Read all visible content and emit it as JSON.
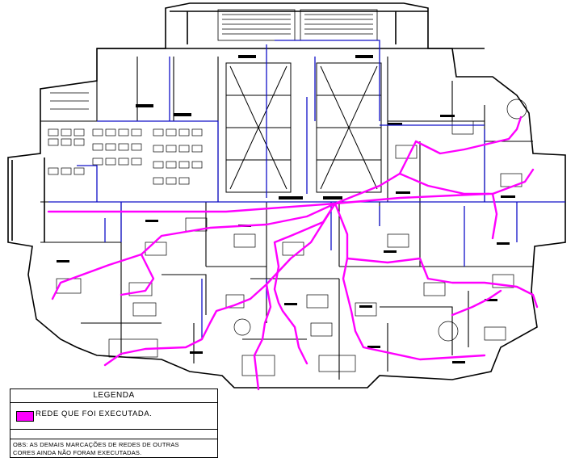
{
  "legend": {
    "title": "LEGENDA",
    "items": [
      {
        "label": "REDE QUE FOI EXECUTADA.",
        "color": "#ff00ff"
      }
    ],
    "note_line1": "OBS: AS DEMAIS MARCAÇÕES DE REDES DE OUTRAS",
    "note_line2": "CORES AINDA NÃO FORAM EXECUTADAS."
  },
  "colors": {
    "executed_network": "#ff00ff",
    "other_network": "#1010c8",
    "walls": "#000000",
    "background": "#ffffff"
  }
}
